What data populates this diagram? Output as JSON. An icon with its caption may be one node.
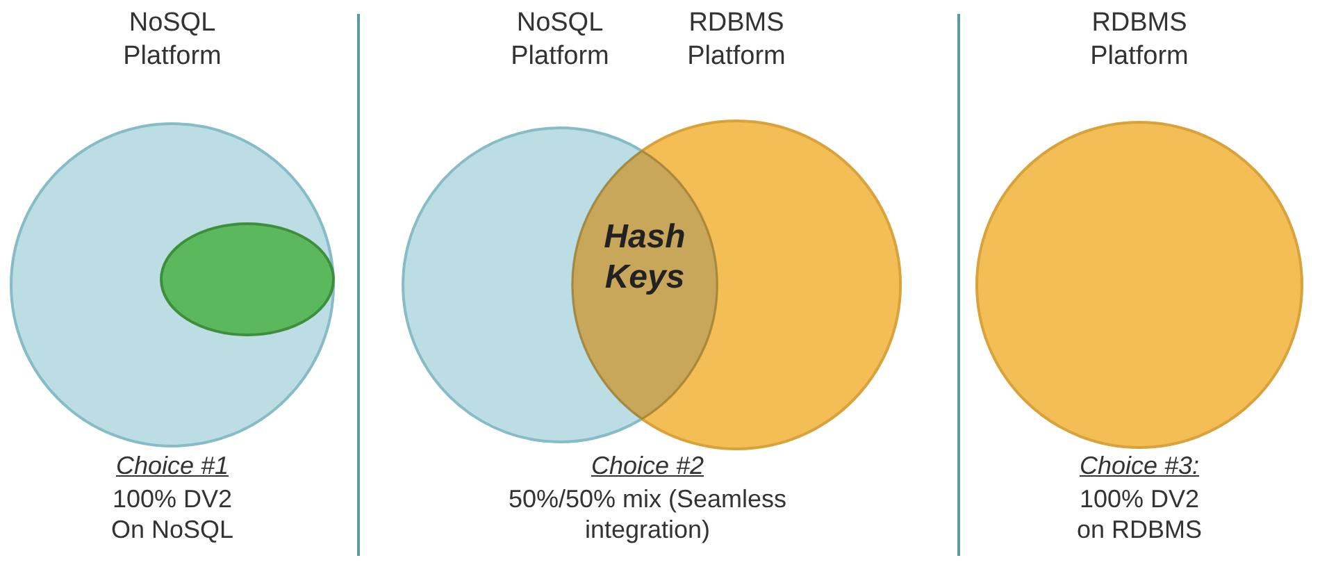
{
  "diagram": {
    "nodes": [
      {
        "text": [
          "NoSQL Platform"
        ],
        "beside": [
          "Choice #1",
          "100% DV2 On NoSQL"
        ]
      },
      {
        "text": [],
        "shape": "circle",
        "in": 0
      },
      {
        "text": [
          "NoSQL Platform"
        ]
      },
      {
        "text": [
          "RDBMS Platform"
        ]
      },
      {
        "text": [
          "Hash Keys"
        ]
      },
      {
        "text": [
          "RDBMS Platform"
        ],
        "beside": [
          "Choice #3:",
          "100% DV2 on RDBMS"
        ]
      }
    ],
    "edges": [],
    "labels": [
      "Choice #2",
      "50%/50% mix (Seamless integration)"
    ]
  }
}
